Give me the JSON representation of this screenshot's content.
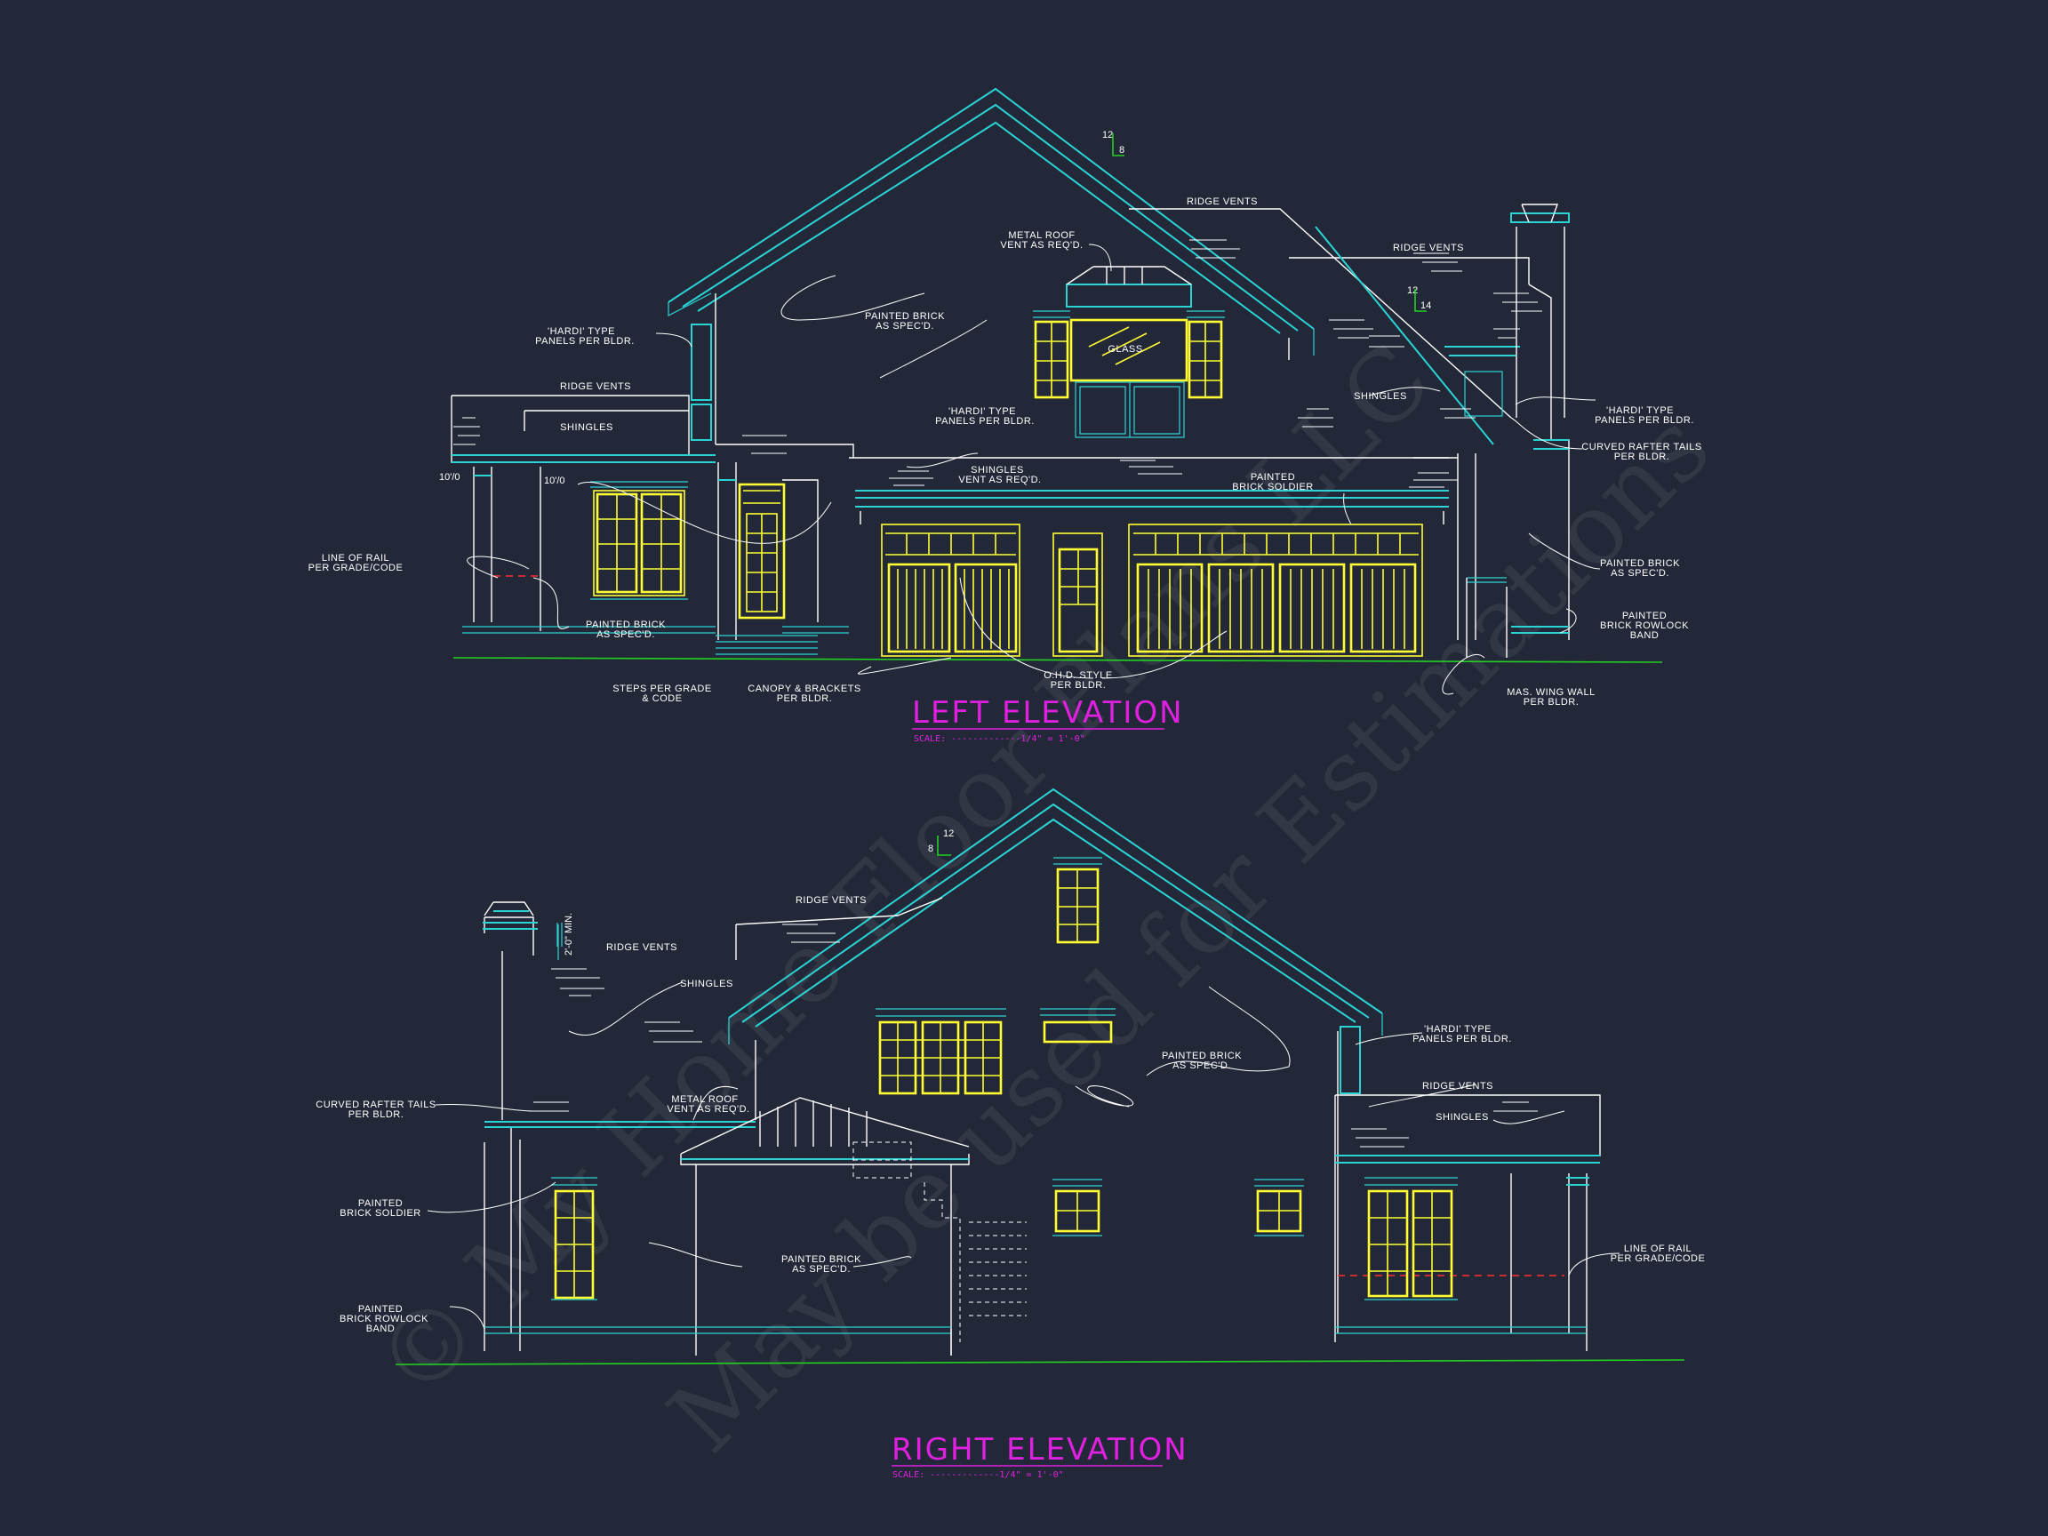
{
  "watermark": {
    "line1": "© My Home Floor Plans LLC",
    "line2": "May be used for Estimations"
  },
  "left_elevation": {
    "title": "LEFT ELEVATION",
    "scale": "SCALE: -------------1/4\" = 1'-0\"",
    "pitch_main": {
      "rise": "12",
      "run": "8"
    },
    "pitch_right": {
      "rise": "12",
      "run": "14"
    },
    "plate_heights": [
      "10'/0",
      "10'/0"
    ],
    "labels": {
      "ridge_vents_top": "RIDGE VENTS",
      "metal_roof_vent_1": "METAL ROOF",
      "metal_roof_vent_2": "VENT AS REQ'D.",
      "ridge_vents_right": "RIDGE VENTS",
      "hardi_left_1": "'HARDI' TYPE",
      "hardi_left_2": "PANELS PER BLDR.",
      "painted_brick_top_1": "PAINTED BRICK",
      "painted_brick_top_2": "AS SPEC'D.",
      "glass": "GLASS",
      "ridge_vents_left": "RIDGE VENTS",
      "shingles_left": "SHINGLES",
      "shingles_right": "SHINGLES",
      "hardi_center_1": "'HARDI' TYPE",
      "hardi_center_2": "PANELS PER BLDR.",
      "hardi_right_1": "'HARDI' TYPE",
      "hardi_right_2": "PANELS PER BLDR.",
      "curved_rafter_1": "CURVED RAFTER TAILS",
      "curved_rafter_2": "PER BLDR.",
      "shingles_vent_1": "SHINGLES",
      "shingles_vent_2": "VENT AS REQ'D.",
      "soldier_1": "PAINTED",
      "soldier_2": "BRICK SOLDIER",
      "line_of_rail_1": "LINE OF RAIL",
      "line_of_rail_2": "PER GRADE/CODE",
      "painted_brick_bot_1": "PAINTED BRICK",
      "painted_brick_bot_2": "AS SPEC'D.",
      "painted_brick_right_1": "PAINTED BRICK",
      "painted_brick_right_2": "AS SPEC'D.",
      "rowlock_1": "PAINTED",
      "rowlock_2": "BRICK ROWLOCK",
      "rowlock_3": "BAND",
      "steps_1": "STEPS PER GRADE",
      "steps_2": "& CODE",
      "canopy_1": "CANOPY & BRACKETS",
      "canopy_2": "PER BLDR.",
      "ohd_1": "O.H.D. STYLE",
      "ohd_2": "PER BLDR.",
      "mas_wing_1": "MAS. WING WALL",
      "mas_wing_2": "PER BLDR."
    }
  },
  "right_elevation": {
    "title": "RIGHT ELEVATION",
    "scale": "SCALE: -------------1/4\" = 1'-0\"",
    "pitch": {
      "rise": "12",
      "run": "8"
    },
    "chimney_dim": "2'-0\" MIN.",
    "labels": {
      "ridge_vents_top": "RIDGE VENTS",
      "ridge_vents_left": "RIDGE VENTS",
      "shingles_left": "SHINGLES",
      "curved_rafter_1": "CURVED RAFTER TAILS",
      "curved_rafter_2": "PER BLDR.",
      "metal_roof_1": "METAL ROOF",
      "metal_roof_2": "VENT AS REQ'D.",
      "hardi_1": "'HARDI' TYPE",
      "hardi_2": "PANELS PER BLDR.",
      "painted_brick_mid_1": "PAINTED BRICK",
      "painted_brick_mid_2": "AS SPEC'D.",
      "ridge_vents_right": "RIDGE VENTS",
      "shingles_right": "SHINGLES",
      "soldier_1": "PAINTED",
      "soldier_2": "BRICK SOLDIER",
      "painted_brick_low_1": "PAINTED BRICK",
      "painted_brick_low_2": "AS SPEC'D.",
      "rowlock_1": "PAINTED",
      "rowlock_2": "BRICK ROWLOCK",
      "rowlock_3": "BAND",
      "line_of_rail_1": "LINE OF RAIL",
      "line_of_rail_2": "PER GRADE/CODE"
    }
  },
  "colors": {
    "background": "#232838",
    "linework": "#ffffff",
    "trim": "#2bd4d4",
    "windows": "#ffff33",
    "grade": "#22d022",
    "rail": "#ff2d2d",
    "titles": "#e020e0"
  }
}
